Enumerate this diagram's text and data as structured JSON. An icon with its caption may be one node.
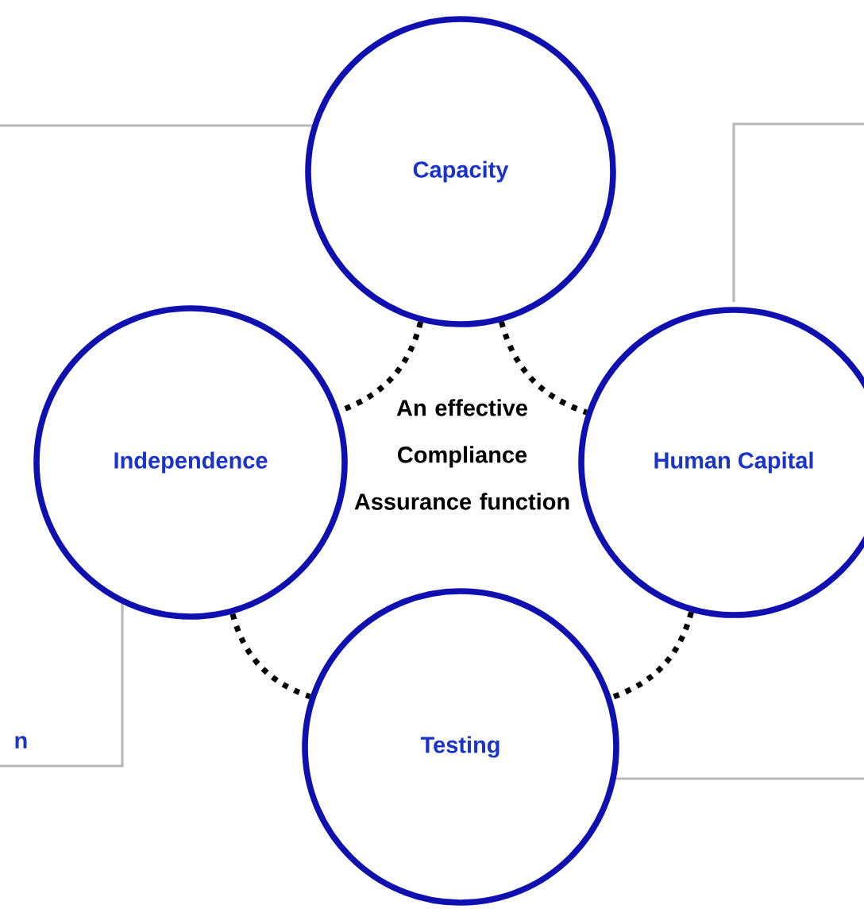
{
  "diagram": {
    "nodes": [
      {
        "text": [
          "Capacity"
        ]
      },
      {
        "text": [
          "Independence"
        ]
      },
      {
        "text": [
          "Human Capital"
        ]
      },
      {
        "text": [
          "Testing"
        ]
      }
    ],
    "edges": [
      {
        "from": 0,
        "to": 1,
        "arrow": "none"
      },
      {
        "from": 0,
        "to": 2,
        "arrow": "none"
      },
      {
        "from": 1,
        "to": 3,
        "arrow": "none"
      },
      {
        "from": 2,
        "to": 3,
        "arrow": "none"
      }
    ],
    "labels": [
      "An effective Compliance Assurance function",
      "n"
    ]
  }
}
